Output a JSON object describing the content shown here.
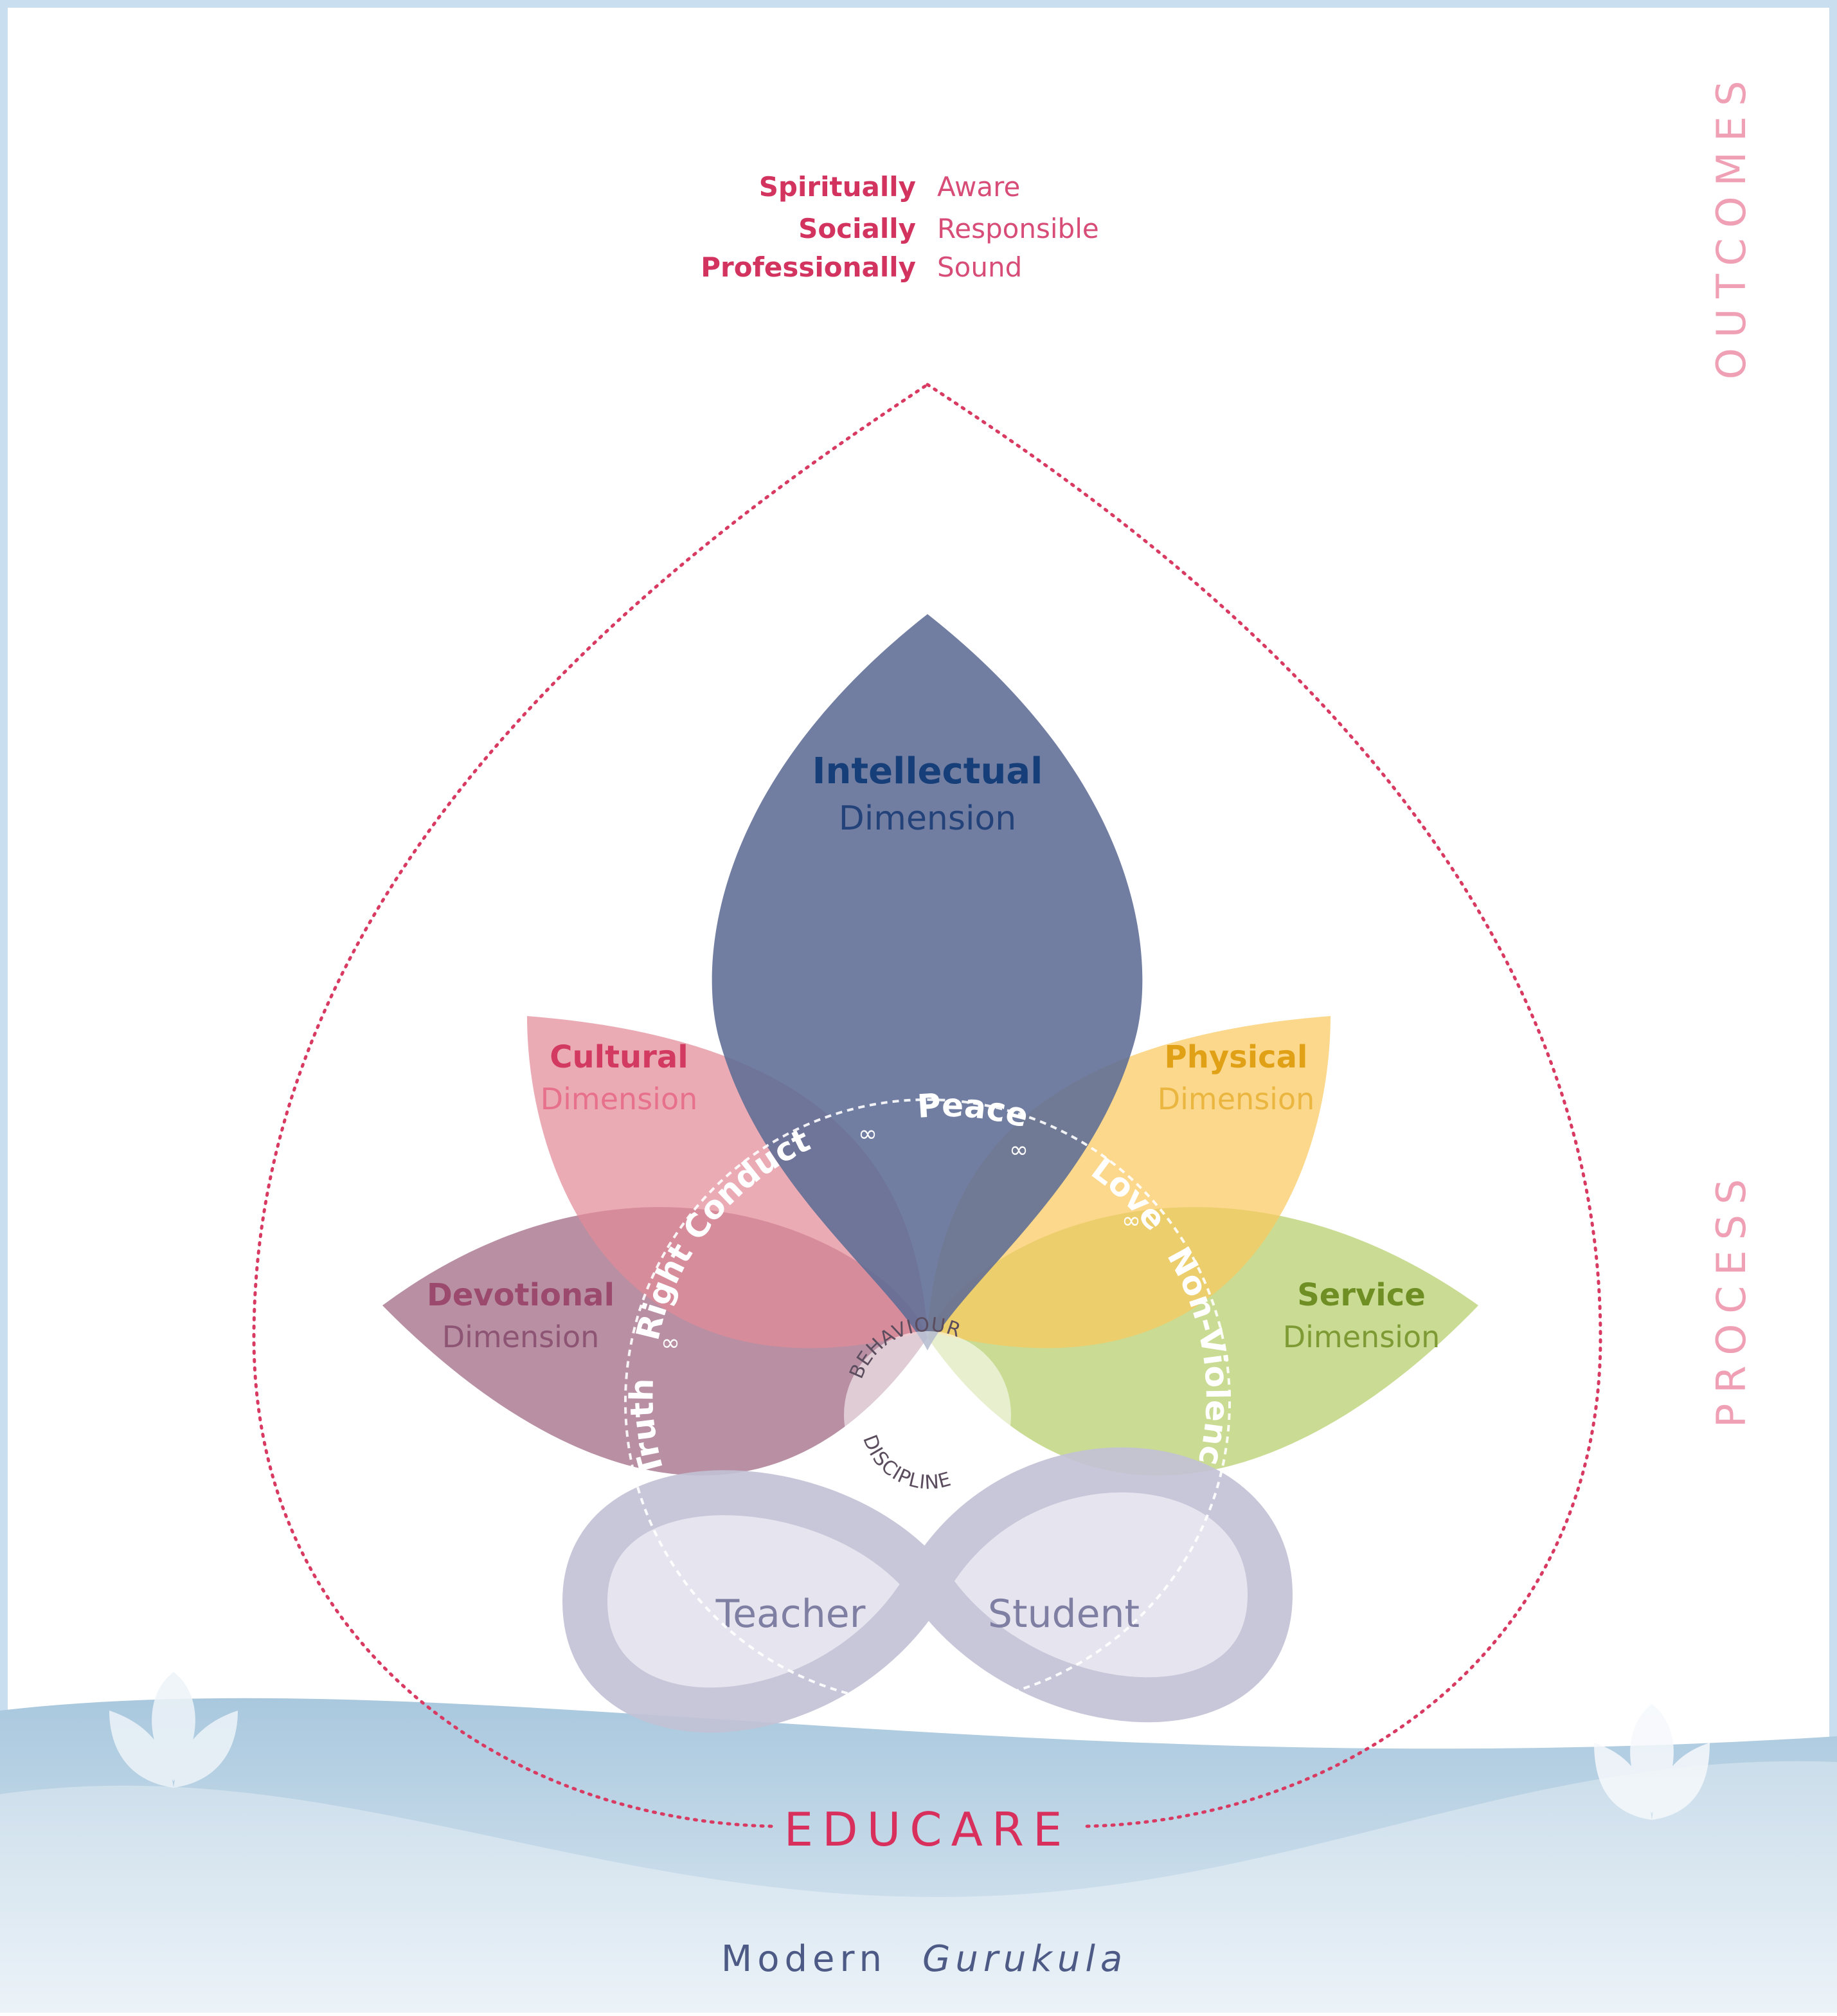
{
  "colors": {
    "frame": "#c9dff0",
    "outcome_bold": "#d2335f",
    "outcome_light": "#d74d78",
    "side_label": "#f0a0b4",
    "intellectual": "#5d6c95",
    "intellectual_title": "#163f7a",
    "cultural": "#e38a98",
    "cultural_title": "#d23a61",
    "devotional": "#9c6480",
    "devotional_title": "#9b4a6e",
    "physical": "#fbc75b",
    "physical_title": "#e0a116",
    "service": "#b6ce69",
    "service_title": "#6f8f24",
    "infinity": "#c3c2d6",
    "water": "#b7d3e4",
    "educare": "#d82f5c",
    "gurukula": "#4d5a86"
  },
  "outcomes": [
    {
      "bold": "Spiritually",
      "light": "Aware"
    },
    {
      "bold": "Socially",
      "light": "Responsible"
    },
    {
      "bold": "Professionally",
      "light": "Sound"
    }
  ],
  "side_labels": {
    "top": "OUTCOMES",
    "bottom": "PROCESS"
  },
  "petals": {
    "intellectual": {
      "title": "Intellectual",
      "subtitle": "Dimension"
    },
    "cultural": {
      "title": "Cultural",
      "subtitle": "Dimension"
    },
    "devotional": {
      "title": "Devotional",
      "subtitle": "Dimension"
    },
    "physical": {
      "title": "Physical",
      "subtitle": "Dimension"
    },
    "service": {
      "title": "Service",
      "subtitle": "Dimension"
    }
  },
  "values": {
    "truth": "Truth",
    "right_conduct": "Right Conduct",
    "peace": "Peace",
    "love": "Love",
    "non_violence": "Non-Violence",
    "separator": "∞"
  },
  "center": {
    "top": "BEHAVIOUR",
    "bottom": "DISCIPLINE"
  },
  "infinity": {
    "left": "Teacher",
    "right": "Student"
  },
  "footer": {
    "educare": "EDUCARE",
    "modern": "Modern",
    "gurukula": "Gurukula"
  }
}
